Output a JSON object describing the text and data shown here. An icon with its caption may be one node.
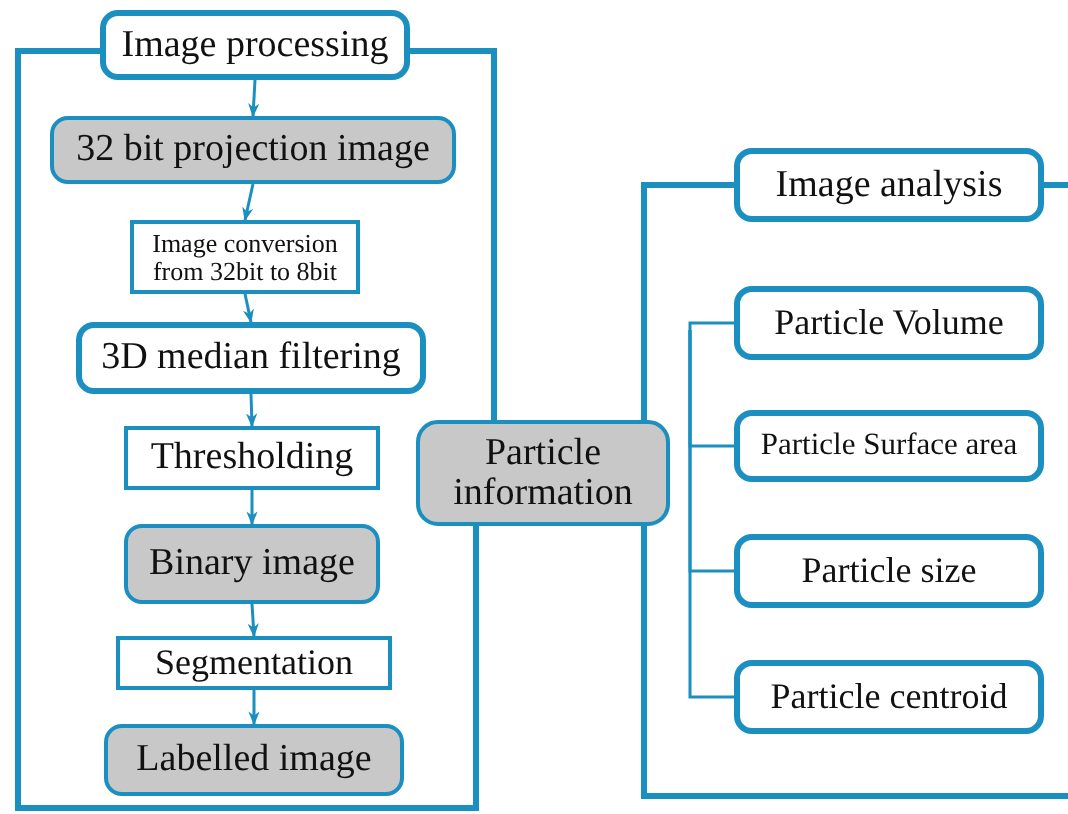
{
  "diagram": {
    "nodes": [
      {
        "text": [
          "Image processing"
        ]
      },
      {
        "text": [
          "32 bit projection image"
        ]
      },
      {
        "text": [
          "Image conversion from 32bit to 8bit"
        ]
      },
      {
        "text": [
          "3D median filtering"
        ]
      },
      {
        "text": [
          "Thresholding"
        ]
      },
      {
        "text": [
          "Binary image"
        ]
      },
      {
        "text": [
          "Segmentation"
        ]
      },
      {
        "text": [
          "Labelled image"
        ]
      },
      {
        "text": [
          "Particle information"
        ]
      },
      {
        "text": [
          "Image analysis"
        ]
      },
      {
        "text": [
          "Particle Volume"
        ]
      },
      {
        "text": [
          "Particle Surface area"
        ]
      },
      {
        "text": [
          "Particle size"
        ]
      },
      {
        "text": [
          "Particle centroid"
        ]
      }
    ],
    "edges": [
      {
        "from": 0,
        "to": 1,
        "arrow": "to"
      },
      {
        "from": 1,
        "to": 2,
        "arrow": "to"
      },
      {
        "from": 2,
        "to": 3,
        "arrow": "to"
      },
      {
        "from": 3,
        "to": 4,
        "arrow": "to"
      },
      {
        "from": 4,
        "to": 5,
        "arrow": "to"
      },
      {
        "from": 5,
        "to": 6,
        "arrow": "to"
      },
      {
        "from": 6,
        "to": 7,
        "arrow": "to"
      },
      {
        "from": 0,
        "to": 8,
        "arrow": "none",
        "style": "thick"
      },
      {
        "from": 8,
        "to": 0,
        "arrow": "none",
        "style": "thick"
      },
      {
        "from": 9,
        "to": 8,
        "arrow": "none",
        "style": "thick"
      },
      {
        "from": 8,
        "to": null,
        "arrow": "none",
        "style": "thick"
      },
      {
        "from": 9,
        "to": null,
        "arrow": "none",
        "style": "thick"
      },
      {
        "from": null,
        "to": 10,
        "arrow": "none"
      },
      {
        "from": null,
        "to": 11,
        "arrow": "none"
      },
      {
        "from": null,
        "to": 12,
        "arrow": "none"
      },
      {
        "from": null,
        "to": 13,
        "arrow": "none"
      }
    ]
  }
}
